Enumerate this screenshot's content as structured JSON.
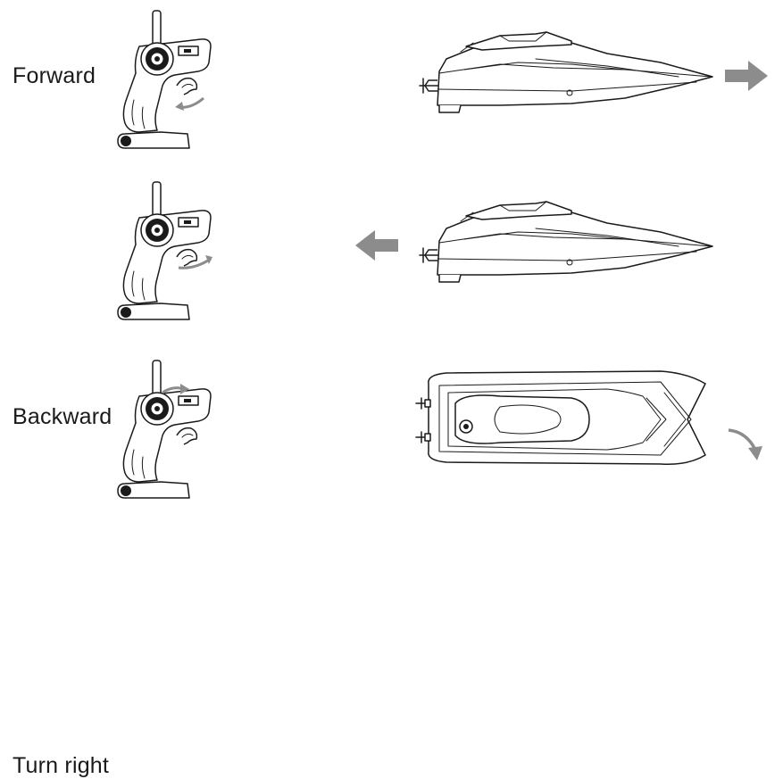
{
  "rows": [
    {
      "label": "Forward"
    },
    {
      "label": "Backward"
    },
    {
      "label": "Turn right"
    }
  ],
  "colors": {
    "ink": "#1a1a1a",
    "arrow": "#8c8c8c",
    "background": "#ffffff"
  },
  "icons": [
    "transmitter-icon",
    "boat-side-icon",
    "boat-top-icon",
    "arrow-right-icon",
    "arrow-left-icon",
    "curved-arrow-icon"
  ]
}
